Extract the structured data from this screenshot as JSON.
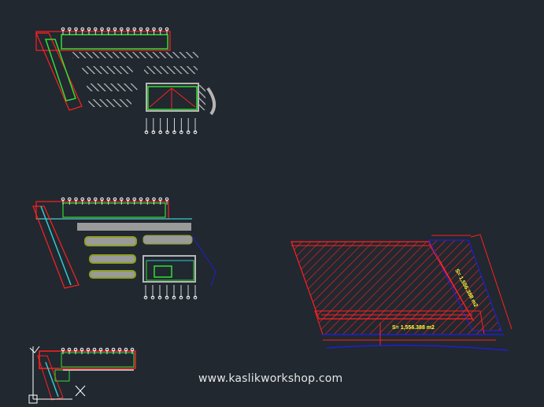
{
  "viewport": {
    "background": "#212830"
  },
  "colors": {
    "red": "#ff2020",
    "green": "#33dd33",
    "gray": "#b5b5b5",
    "blue": "#2020cc",
    "yellow": "#ffff33",
    "white": "#ffffff",
    "cyan": "#33cccc",
    "olive": "#8fa020"
  },
  "drawing": {
    "area_label_bottom": "S= 1,556.388 m2",
    "area_label_right": "S= 1,556.388 m2"
  },
  "watermark": "www.kaslikworkshop.com",
  "icons": {
    "ucs": "ucs-axis-icon"
  }
}
